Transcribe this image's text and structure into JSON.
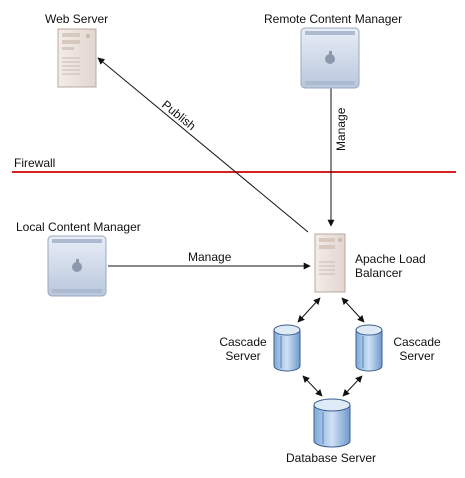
{
  "nodes": {
    "web_server": "Web Server",
    "remote_content_manager": "Remote Content Manager",
    "local_content_manager": "Local Content Manager",
    "apache_load_balancer_line1": "Apache Load",
    "apache_load_balancer_line2": "Balancer",
    "cascade_server_left_line1": "Cascade",
    "cascade_server_left_line2": "Server",
    "cascade_server_right_line1": "Cascade",
    "cascade_server_right_line2": "Server",
    "database_server": "Database Server"
  },
  "edges": {
    "publish": "Publish",
    "manage_remote": "Manage",
    "manage_local": "Manage"
  },
  "zones": {
    "firewall": "Firewall",
    "firewall_color": "#d62020"
  },
  "icons": {
    "server_tower": "server-tower-icon",
    "mac_pro": "apple-logo-icon",
    "database_cylinder": "database-cylinder-icon"
  }
}
